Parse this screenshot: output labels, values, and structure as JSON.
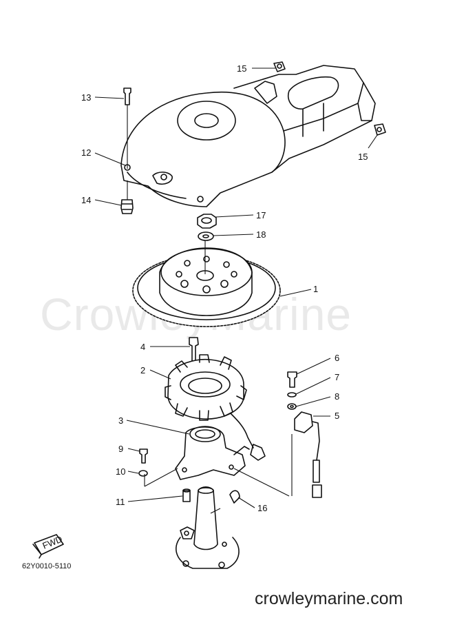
{
  "watermark_text": "CrowleyMarine",
  "website_text": "crowleymarine.com",
  "catalog_number": "62Y0010-5110",
  "fwd_label": "FWD",
  "callouts": {
    "c1": "1",
    "c2": "2",
    "c3": "3",
    "c4": "4",
    "c5": "5",
    "c6": "6",
    "c7": "7",
    "c8": "8",
    "c9": "9",
    "c10": "10",
    "c11": "11",
    "c12": "12",
    "c13": "13",
    "c14": "14",
    "c15a": "15",
    "c15b": "15",
    "c16": "16",
    "c17": "17",
    "c18": "18"
  }
}
